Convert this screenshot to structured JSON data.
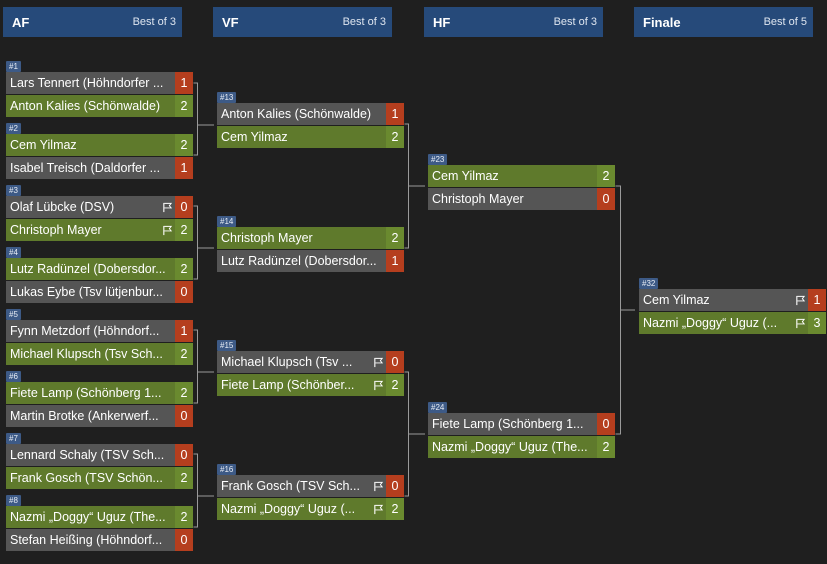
{
  "rounds": [
    {
      "name": "AF",
      "best_of": "Best of 3"
    },
    {
      "name": "VF",
      "best_of": "Best of 3"
    },
    {
      "name": "HF",
      "best_of": "Best of 3"
    },
    {
      "name": "Finale",
      "best_of": "Best of 5"
    }
  ],
  "matches": [
    {
      "id": "#1",
      "p": [
        {
          "name": "Lars Tennert (Höhndorfer ...",
          "score": "1",
          "win": false
        },
        {
          "name": "Anton Kalies (Schönwalde)",
          "score": "2",
          "win": true
        }
      ]
    },
    {
      "id": "#2",
      "p": [
        {
          "name": "Cem Yilmaz",
          "score": "2",
          "win": true
        },
        {
          "name": "Isabel Treisch (Daldorfer ...",
          "score": "1",
          "win": false
        }
      ]
    },
    {
      "id": "#3",
      "p": [
        {
          "name": "Olaf Lübcke (DSV)",
          "score": "0",
          "win": false,
          "flag": true
        },
        {
          "name": "Christoph Mayer",
          "score": "2",
          "win": true,
          "flag": true
        }
      ]
    },
    {
      "id": "#4",
      "p": [
        {
          "name": "Lutz Radünzel (Dobersdor...",
          "score": "2",
          "win": true
        },
        {
          "name": "Lukas Eybe (Tsv lütjenbur...",
          "score": "0",
          "win": false
        }
      ]
    },
    {
      "id": "#5",
      "p": [
        {
          "name": "Fynn Metzdorf (Höhndorf...",
          "score": "1",
          "win": false
        },
        {
          "name": "Michael Klupsch (Tsv Sch...",
          "score": "2",
          "win": true
        }
      ]
    },
    {
      "id": "#6",
      "p": [
        {
          "name": "Fiete Lamp (Schönberg 1...",
          "score": "2",
          "win": true
        },
        {
          "name": "Martin Brotke (Ankerwerf...",
          "score": "0",
          "win": false
        }
      ]
    },
    {
      "id": "#7",
      "p": [
        {
          "name": "Lennard Schaly (TSV Sch...",
          "score": "0",
          "win": false
        },
        {
          "name": "Frank Gosch (TSV Schön...",
          "score": "2",
          "win": true
        }
      ]
    },
    {
      "id": "#8",
      "p": [
        {
          "name": "Nazmi „Doggy“ Uguz (The...",
          "score": "2",
          "win": true
        },
        {
          "name": "Stefan Heißing (Höhndorf...",
          "score": "0",
          "win": false
        }
      ]
    },
    {
      "id": "#13",
      "p": [
        {
          "name": "Anton Kalies (Schönwalde)",
          "score": "1",
          "win": false
        },
        {
          "name": "Cem Yilmaz",
          "score": "2",
          "win": true
        }
      ]
    },
    {
      "id": "#14",
      "p": [
        {
          "name": "Christoph Mayer",
          "score": "2",
          "win": true
        },
        {
          "name": "Lutz Radünzel (Dobersdor...",
          "score": "1",
          "win": false
        }
      ]
    },
    {
      "id": "#15",
      "p": [
        {
          "name": "Michael Klupsch (Tsv ...",
          "score": "0",
          "win": false,
          "flag": true
        },
        {
          "name": "Fiete Lamp (Schönber...",
          "score": "2",
          "win": true,
          "flag": true
        }
      ]
    },
    {
      "id": "#16",
      "p": [
        {
          "name": "Frank Gosch (TSV Sch...",
          "score": "0",
          "win": false,
          "flag": true
        },
        {
          "name": "Nazmi „Doggy“ Uguz (...",
          "score": "2",
          "win": true,
          "flag": true
        }
      ]
    },
    {
      "id": "#23",
      "p": [
        {
          "name": "Cem Yilmaz",
          "score": "2",
          "win": true
        },
        {
          "name": "Christoph Mayer",
          "score": "0",
          "win": false
        }
      ]
    },
    {
      "id": "#24",
      "p": [
        {
          "name": "Fiete Lamp (Schönberg 1...",
          "score": "0",
          "win": false
        },
        {
          "name": "Nazmi „Doggy“ Uguz (The...",
          "score": "2",
          "win": true
        }
      ]
    },
    {
      "id": "#32",
      "p": [
        {
          "name": "Cem Yilmaz",
          "score": "1",
          "win": false,
          "flag": true
        },
        {
          "name": "Nazmi „Doggy“ Uguz (...",
          "score": "3",
          "win": true,
          "flag": true
        }
      ]
    }
  ],
  "colors": {
    "background": "#1f1f1f",
    "header": "#264a7a",
    "winner_row": "#5f7a2c",
    "loser_row": "#555555",
    "loser_score": "#b53e1e",
    "connector": "#9a9a9a"
  },
  "icons": {
    "flag": "flag-icon"
  }
}
